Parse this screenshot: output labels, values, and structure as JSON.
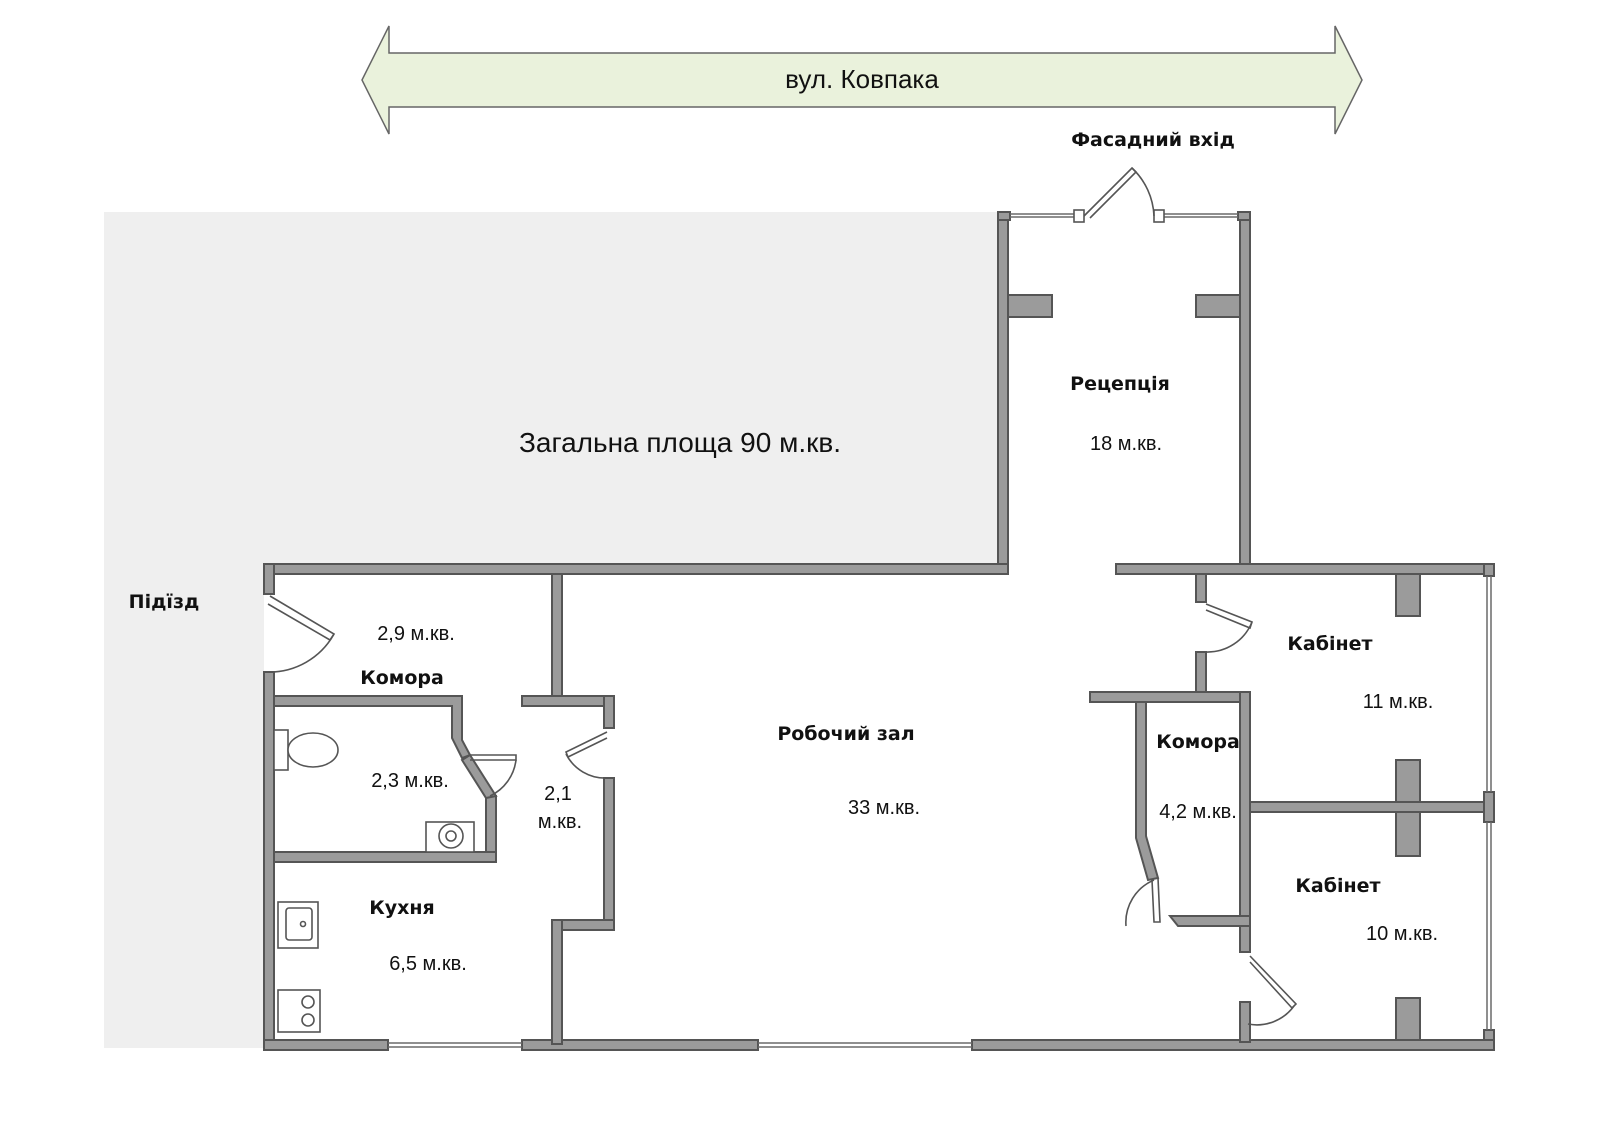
{
  "street": {
    "name": "вул. Ковпака",
    "arrow_color": "#eaf2dc"
  },
  "facade_entrance": "Фасадний вхід",
  "podizd": "Підїзд",
  "total_area": "Загальна площа 90 м.кв.",
  "outside_fill": "#efefef",
  "rooms": {
    "reception": {
      "name": "Рецепція",
      "area": "18 м.кв."
    },
    "storage_top": {
      "name": "Комора",
      "area": "2,9 м.кв."
    },
    "wc": {
      "area": "2,3 м.кв."
    },
    "hall_small": {
      "area_line1": "2,1",
      "area_line2": "м.кв."
    },
    "kitchen": {
      "name": "Кухня",
      "area": "6,5 м.кв."
    },
    "work_hall": {
      "name": "Робочий зал",
      "area": "33 м.кв."
    },
    "storage_right": {
      "name": "Комора",
      "area": "4,2 м.кв."
    },
    "office_top": {
      "name": "Кабінет",
      "area": "11 м.кв."
    },
    "office_bottom": {
      "name": "Кабінет",
      "area": "10 м.кв."
    }
  }
}
